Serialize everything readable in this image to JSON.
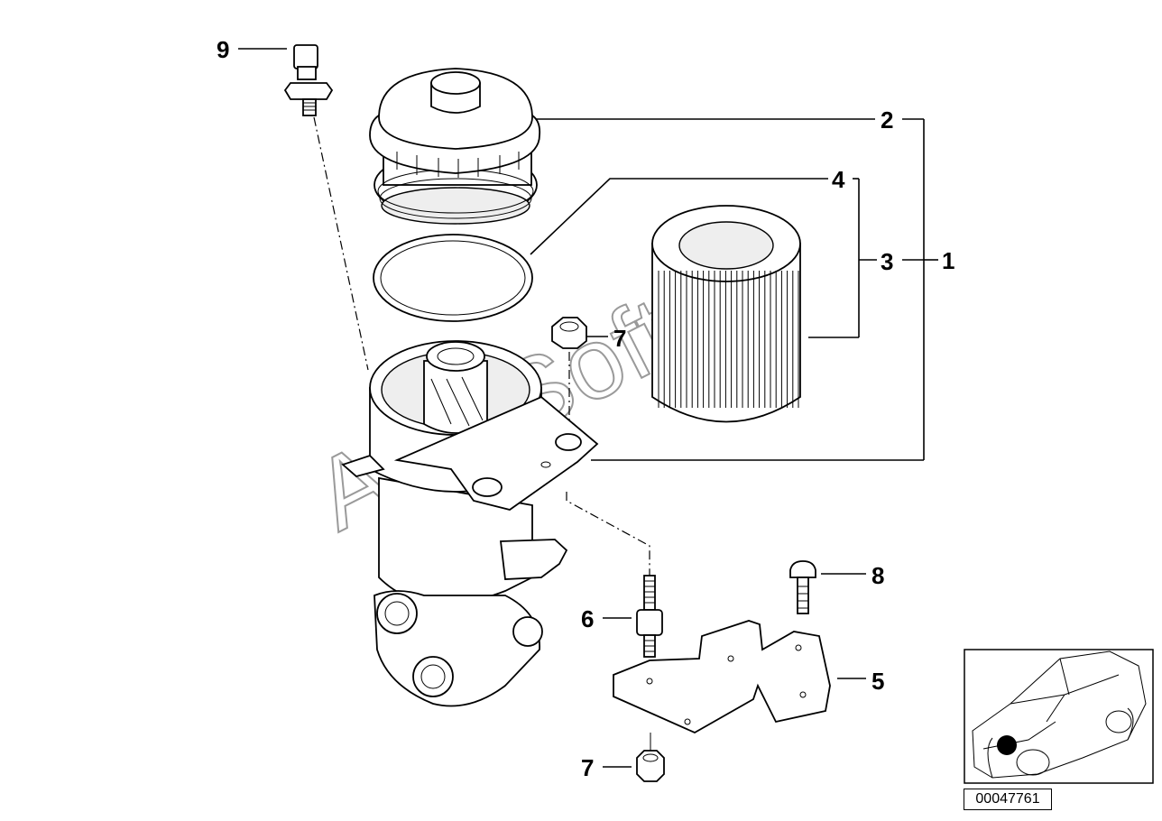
{
  "callouts": {
    "c1": "1",
    "c2": "2",
    "c3": "3",
    "c4": "4",
    "c5": "5",
    "c6": "6",
    "c7a": "7",
    "c7b": "7",
    "c8": "8",
    "c9": "9"
  },
  "watermark": "AutoSoft",
  "diagram_id": "00047761",
  "colors": {
    "line": "#000000",
    "watermark": "#9a9a9a",
    "locator_dot": "#000000"
  }
}
